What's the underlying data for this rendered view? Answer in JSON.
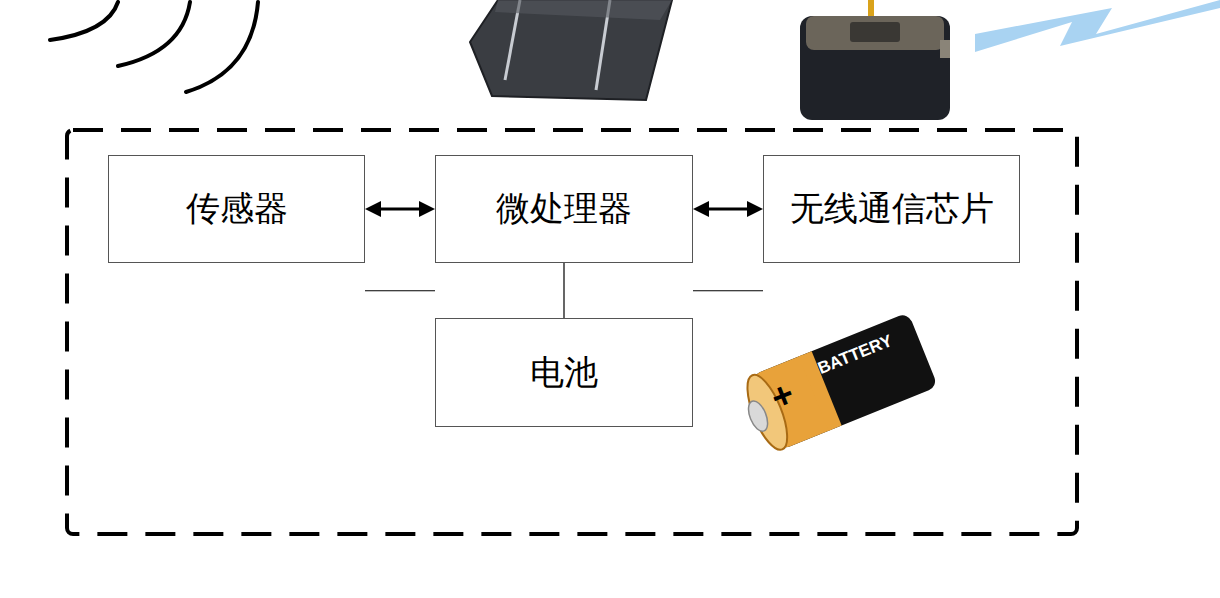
{
  "diagram": {
    "nodes": [
      {
        "text": [
          "传感器"
        ]
      },
      {
        "text": [
          "微处理器"
        ]
      },
      {
        "text": [
          "无线通信芯片"
        ]
      },
      {
        "text": [
          "电池"
        ]
      }
    ],
    "edges": [
      {
        "from": 0,
        "to": 1,
        "arrow": "both"
      },
      {
        "from": 1,
        "to": 2,
        "arrow": "both"
      },
      {
        "from": 0,
        "to": 3,
        "arrow": "none"
      },
      {
        "from": 1,
        "to": 3,
        "arrow": "none"
      },
      {
        "from": 2,
        "to": 3,
        "arrow": "none"
      }
    ],
    "labels": [
      "+",
      "BATTERY"
    ]
  }
}
